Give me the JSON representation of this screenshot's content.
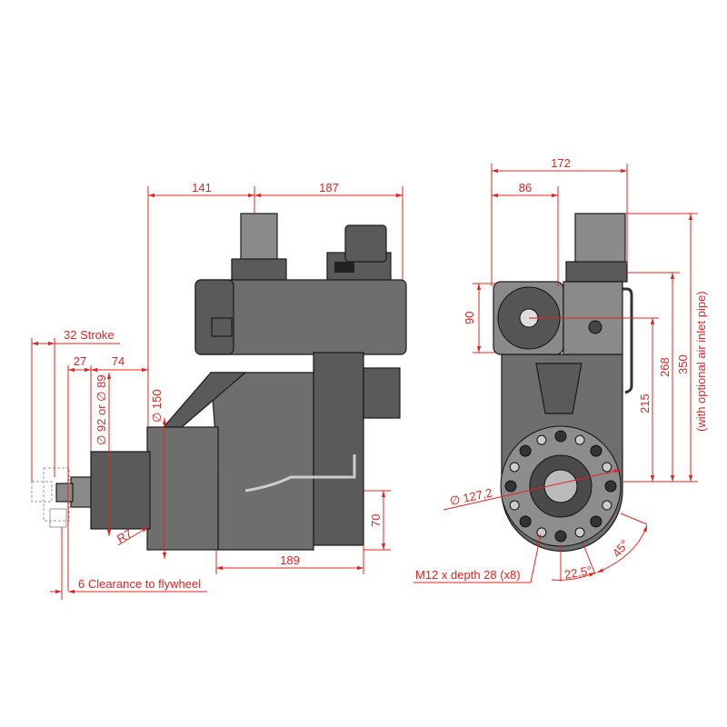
{
  "side_view": {
    "dim_141": "141",
    "dim_187": "187",
    "stroke": "32 Stroke",
    "dim_27": "27",
    "dim_74": "74",
    "dia_92_89": "∅ 92 or ∅ 89",
    "dia_150": "∅ 150",
    "radius": "R7",
    "dim_189": "189",
    "dim_70": "70",
    "clearance": "6 Clearance to flywheel"
  },
  "front_view": {
    "dim_172": "172",
    "dim_86": "86",
    "dim_90": "90",
    "dim_268": "268",
    "dim_215": "215",
    "dim_350": "350",
    "air_inlet_note": "(with optional air inlet pipe)",
    "dia_127": "∅ 127,2",
    "thread_note": "M12 x depth 28 (x8)",
    "angle_22": "22,5°",
    "angle_45": "45°"
  },
  "colors": {
    "dimension": "#e8201c",
    "body": "#5a5a5a"
  }
}
